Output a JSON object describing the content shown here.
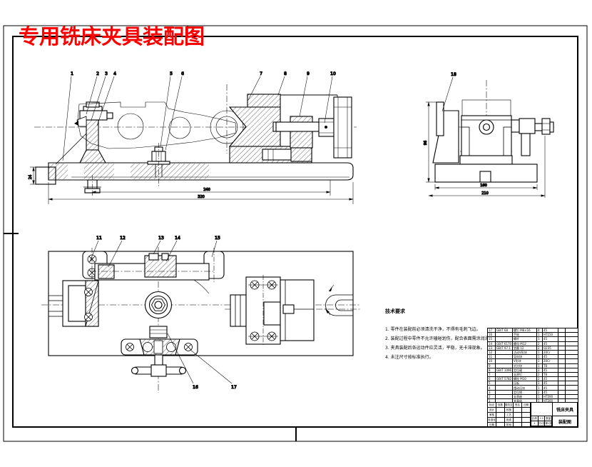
{
  "sheet": {
    "title": "专用铣床夹具装配图",
    "title_color": "#ff0000"
  },
  "labels": {
    "front": [
      "1",
      "2",
      "3",
      "4",
      "5",
      "6",
      "7",
      "8",
      "9",
      "10"
    ],
    "top": [
      "11",
      "12",
      "13",
      "14",
      "15",
      "16",
      "17"
    ],
    "side": [
      "18"
    ]
  },
  "dims": {
    "front_width_inner": "240",
    "front_width_total": "320",
    "front_left_height": "24",
    "side_height": "96",
    "side_width_inner": "160",
    "side_width_total": "210"
  },
  "tech_notes": {
    "heading": "技术要求",
    "items": [
      "1. 零件在装配前必须清洗干净，不得有毛刺飞边。",
      "2. 装配过程中零件不允许磕碰划伤，配合表面需涂润滑油。",
      "3. 夹具装配后各运动件应灵活，平稳，无卡滞现象。",
      "4. 未注尺寸按标准执行。"
    ]
  },
  "bom": {
    "headers": [
      "序号",
      "代 号",
      "名 称",
      "数量",
      "材 料",
      "单重",
      "备 注"
    ],
    "rows": [
      [
        "17",
        "GB/T 68",
        "螺钉 M6×16",
        "4",
        "45",
        "",
        ""
      ],
      [
        "16",
        "",
        "手轮",
        "1",
        "HT150",
        "",
        ""
      ],
      [
        "15",
        "",
        "螺杆",
        "1",
        "45",
        "",
        ""
      ],
      [
        "14",
        "GB/T 6170",
        "螺母 M12",
        "2",
        "45",
        "",
        ""
      ],
      [
        "13",
        "GB/T 97.1",
        "垫圈 12",
        "2",
        "Q235",
        "",
        ""
      ],
      [
        "12",
        "",
        "活动V形块",
        "1",
        "20Cr",
        "",
        ""
      ],
      [
        "11",
        "",
        "导向块",
        "1",
        "45",
        "",
        ""
      ],
      [
        "10",
        "",
        "V形块",
        "1",
        "20Cr",
        "",
        ""
      ],
      [
        "9",
        "",
        "对刀块",
        "1",
        "T8",
        "",
        ""
      ],
      [
        "8",
        "GB/T 1096",
        "定位键",
        "2",
        "45",
        "",
        ""
      ],
      [
        "7",
        "",
        "支承钉",
        "2",
        "T8",
        "",
        ""
      ],
      [
        "6",
        "GB/T 5782",
        "螺栓 M10",
        "2",
        "45",
        "",
        ""
      ],
      [
        "5",
        "",
        "压板",
        "1",
        "45",
        "",
        ""
      ],
      [
        "4",
        "",
        "摆动压块",
        "1",
        "45",
        "",
        ""
      ],
      [
        "3",
        "",
        "定位销",
        "2",
        "45",
        "",
        ""
      ],
      [
        "2",
        "",
        "支承座",
        "1",
        "HT200",
        "",
        ""
      ],
      [
        "1",
        "",
        "夹具体",
        "1",
        "HT200",
        "",
        ""
      ]
    ]
  },
  "title_block": {
    "product_name": "铣床夹具",
    "drawing_name": "装配图",
    "row1": [
      "标记",
      "处数",
      "更改文件号",
      "签名",
      "日期"
    ],
    "row2": [
      "设计",
      "",
      "校核",
      "",
      ""
    ],
    "row3": [
      "审核",
      "",
      "工艺",
      "",
      ""
    ],
    "row4": [
      "标准化",
      "",
      "批准",
      "",
      ""
    ],
    "row5": [
      "日期",
      "",
      "阶段",
      "",
      ""
    ],
    "mini": [
      "比例",
      "1:2",
      "数量",
      "1",
      "共1张",
      "第1张"
    ]
  }
}
